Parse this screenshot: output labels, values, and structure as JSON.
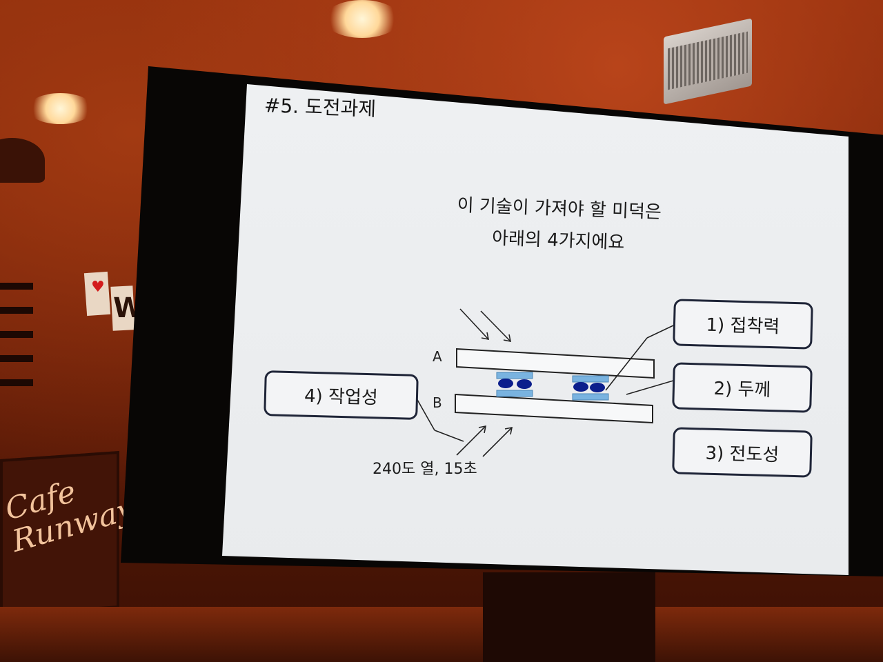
{
  "slide": {
    "title": "#5. 도전과제",
    "subtitle_line1": "이 기술이 가져야 할 미덕은",
    "subtitle_line2": "아래의 4가지에요"
  },
  "diagram": {
    "plate_a": "A",
    "plate_b": "B",
    "heat_caption": "240도 열, 15초",
    "boxes": [
      {
        "label": "1) 접착력"
      },
      {
        "label": "2) 두께"
      },
      {
        "label": "3) 전도성"
      },
      {
        "label": "4) 작업성"
      }
    ],
    "colors": {
      "pad": "#79b3e0",
      "ball": "#0b1e8c",
      "box_border": "#1f2538"
    }
  },
  "scene": {
    "cafe_sign": "Cafe Runway"
  }
}
